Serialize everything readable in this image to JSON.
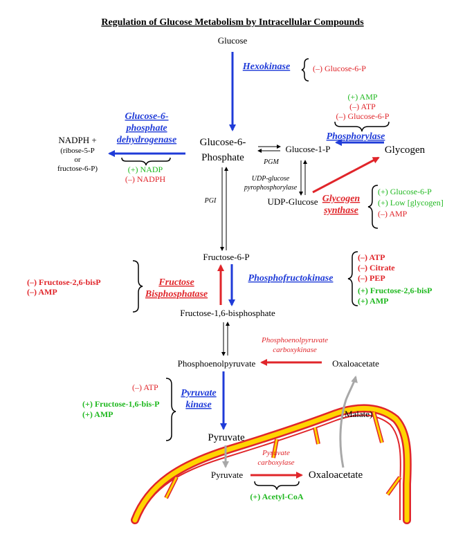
{
  "title": "Regulation of Glucose Metabolism by Intracellular Compounds",
  "metabolites": {
    "glucose": "Glucose",
    "g6p_line1": "Glucose-6-",
    "g6p_line2": "Phosphate",
    "g1p": "Glucose-1-P",
    "glycogen": "Glycogen",
    "udp_glucose": "UDP-Glucose",
    "nadph_line1": "NADPH +",
    "nadph_line2": "(ribose-5-P",
    "nadph_line3": "or",
    "nadph_line4": "fructose-6-P)",
    "f6p": "Fructose-6-P",
    "f16bp": "Fructose-1,6-bisphosphate",
    "pep": "Phosphoenolpyruvate",
    "oxaloacetate_top": "Oxaloacetate",
    "malate": "(Malate)",
    "pyruvate_1": "Pyruvate",
    "pyruvate_2": "Pyruvate",
    "oxaloacetate_bottom": "Oxaloacetate"
  },
  "enzymes": {
    "hexokinase": "Hexokinase",
    "g6pd_line1": "Glucose-6-",
    "g6pd_line2": "phosphate",
    "g6pd_line3": "dehydrogenase",
    "phosphorylase": "Phosphorylase",
    "glycogen_synthase_line1": "Glycogen",
    "glycogen_synthase_line2": "synthase",
    "pfk": "Phosphofructokinase",
    "fbpase_line1": "Fructose",
    "fbpase_line2": "Bisphosphatase",
    "pyruvate_kinase_line1": "Pyruvate",
    "pyruvate_kinase_line2": "kinase",
    "pepck_line1": "Phosphoenolpyruvate",
    "pepck_line2": "carboxykinase",
    "pyr_carboxylase_line1": "Pyruvate",
    "pyr_carboxylase_line2": "carboxylase",
    "pgm": "PGM",
    "pgi": "PGI",
    "udp_ppase_line1": "UDP-glucose",
    "udp_ppase_line2": "pyrophosphorylase"
  },
  "regulators": {
    "hexokinase": [
      "(–) Glucose-6-P"
    ],
    "g6pd": [
      "(+) NADP",
      "(–) NADPH"
    ],
    "phosphorylase": [
      "(+) AMP",
      "(–) ATP",
      "(–) Glucose-6-P"
    ],
    "glycogen_synthase": [
      "(+) Glucose-6-P",
      "(+) Low [glycogen]",
      "(–) AMP"
    ],
    "pfk": [
      "(–) ATP",
      "(–) Citrate",
      "(–) PEP",
      "(+) Fructose-2,6-bisP",
      "(+) AMP"
    ],
    "fbpase": [
      "(–) Fructose-2,6-bisP",
      "(–) AMP"
    ],
    "pyruvate_kinase": [
      "(–) ATP",
      "(+) Fructose-1,6-bis-P",
      "(+) AMP"
    ],
    "pyr_carboxylase": [
      "(+) Acetyl-CoA"
    ]
  },
  "colors": {
    "activator": "#1fb81f",
    "inhibitor": "#e0252a",
    "glycolytic_enzyme": "#1f3bd8",
    "gluconeogenic_enzyme": "#e0252a",
    "mito_membrane_fill": "#ffd400",
    "mito_membrane_edge": "#e0252a",
    "neutral_arrow": "#a8a8a8"
  }
}
